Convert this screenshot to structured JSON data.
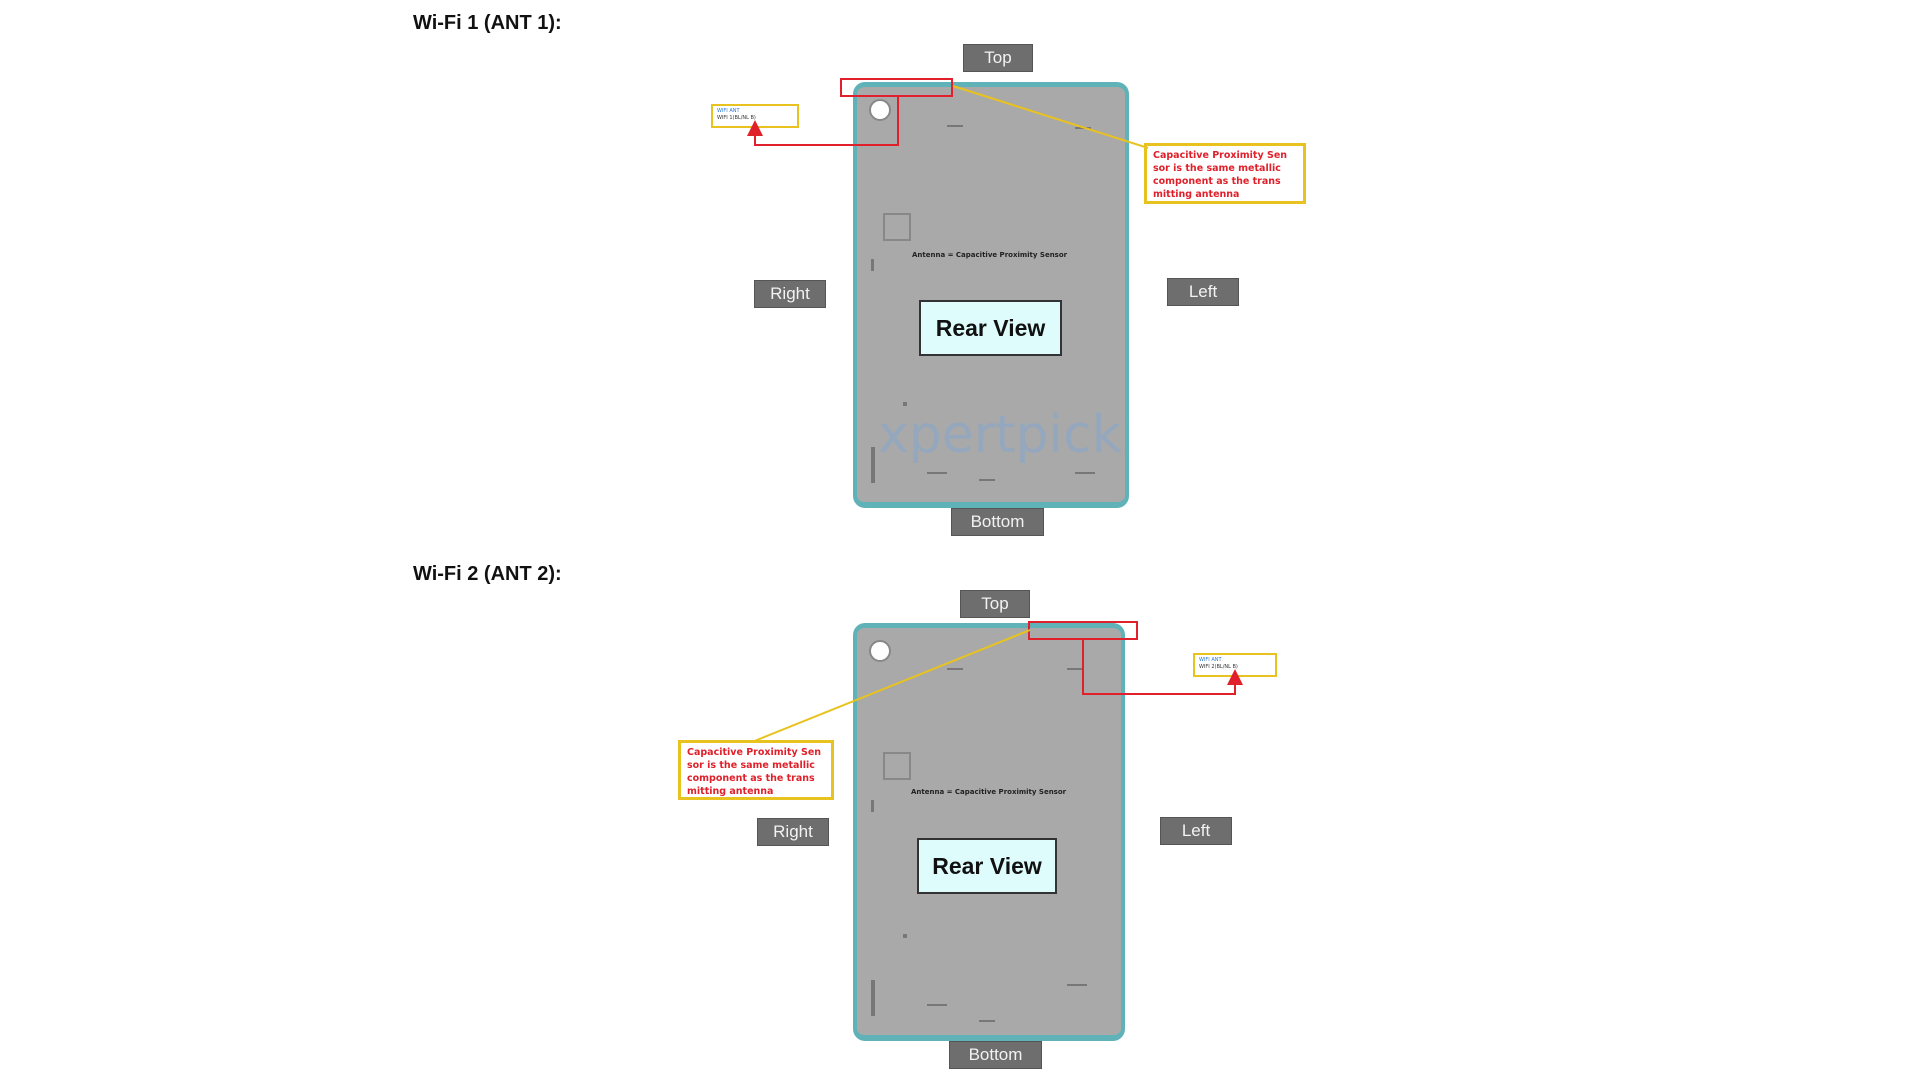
{
  "sections": [
    {
      "title": "Wi-Fi 1 (ANT 1):",
      "orientation": {
        "top": "Top",
        "bottom": "Bottom",
        "left": "Left",
        "right": "Right"
      },
      "view_label": "Rear View",
      "antenna_note": "Antenna = Capacitive Proximity Sensor",
      "callout": "Capacitive Proximity Sen sor is the same metallic component as the trans mitting antenna",
      "small_label": {
        "line1": "WIFI ANT",
        "line2": "WIFI 1(BL/NL B)"
      }
    },
    {
      "title": "Wi-Fi 2 (ANT 2):",
      "orientation": {
        "top": "Top",
        "bottom": "Bottom",
        "left": "Left",
        "right": "Right"
      },
      "view_label": "Rear View",
      "antenna_note": "Antenna = Capacitive Proximity Sensor",
      "callout": "Capacitive Proximity Sen sor is the same metallic component as the trans mitting antenna",
      "small_label": {
        "line1": "WIFI ANT",
        "line2": "WIFI 2(BL/NL B)"
      }
    }
  ],
  "watermark": "xpertpick",
  "colors": {
    "device_body": "#a9a9a9",
    "device_frame": "#5fb3b8",
    "callout_border": "#e8c21f",
    "callout_text": "#e0202a",
    "highlight_box": "#e0202a",
    "leader_line": "#e8c21f",
    "orientation_tag": "#6e6e6e",
    "rear_view_fill": "#dffcfc"
  }
}
